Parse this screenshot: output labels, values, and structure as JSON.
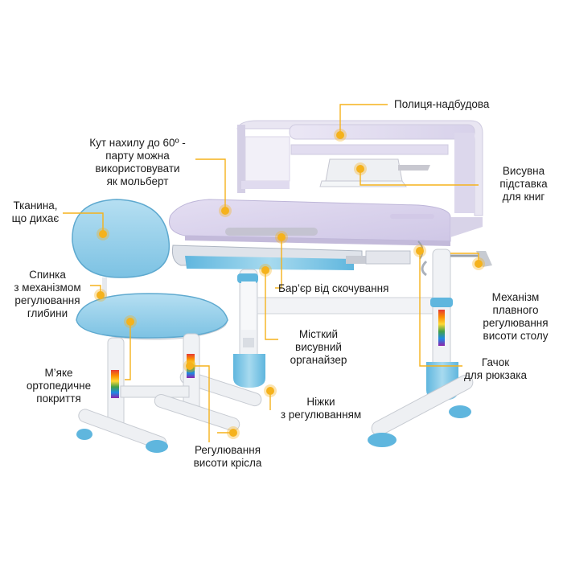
{
  "colors": {
    "accent": "#f5b21c",
    "blue": "#8fcbe6",
    "blue_dark": "#49a9d6",
    "white_frame": "#eef0f4",
    "desk_top": "#d9d2ec"
  },
  "labels": {
    "shelf": "Полиця-надбудова",
    "tilt": "Кут нахилу до 60º -\nпарту можна\nвикористовувати\nяк мольберт",
    "book_stand": "Висувна\nпідставка\nдля книг",
    "fabric": "Тканина,\nщо дихає",
    "backrest": "Спинка\nз механізмом\nрегулювання\nглибини",
    "barrier": "Бар’єр від скочування",
    "mechanism": "Механізм\nплавного\nрегулювання\nвисоти столу",
    "organizer": "Місткий\nвисувний\nорганайзер",
    "hook": "Гачок\nдля рюкзака",
    "seat": "М’яке\nортопедичне\nпокриття",
    "legs": "Ніжки\nз регулюванням",
    "chair_height": "Регулювання\nвисоти крісла"
  },
  "icons": [
    "callout-dot-icon"
  ]
}
